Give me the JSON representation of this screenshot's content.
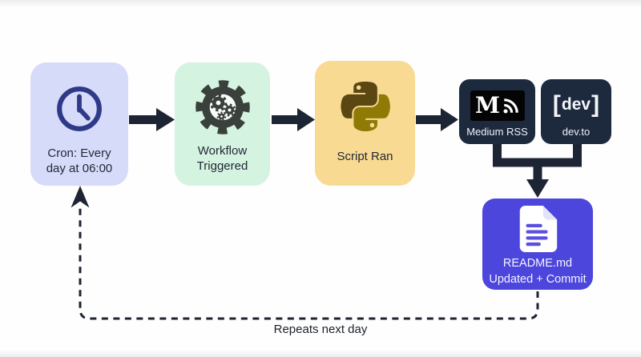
{
  "diagram": {
    "nodes": {
      "cron": {
        "line1": "Cron: Every",
        "line2": "day at 06:00",
        "bg": "#d7dbfa",
        "icon": "clock-icon"
      },
      "workflow": {
        "line1": "Workflow",
        "line2": "Triggered",
        "bg": "#d4f3e0",
        "icon": "gears-icon"
      },
      "script": {
        "line1": "Script Ran",
        "bg": "#f8da92",
        "icon": "python-icon"
      },
      "medium": {
        "label": "Medium RSS",
        "logo_letter": "M",
        "bg": "#1d2a3e",
        "icon": "medium-rss-logo"
      },
      "devto": {
        "label": "dev.to",
        "bracket_left": "[",
        "word": "dev",
        "bracket_right": "]",
        "bg": "#1d2a3e",
        "icon": "dev-logo"
      },
      "readme": {
        "line1": "README.md",
        "line2": "Updated + Commit",
        "bg": "#4c46dd",
        "icon": "document-icon"
      }
    },
    "loop_label": "Repeats next day",
    "colors": {
      "arrow": "#1d2534",
      "clock_icon": "#2e3a87",
      "gear_icon": "#3a403b",
      "python_dark": "#5b4712",
      "python_olive": "#8f7a06",
      "navy_node": "#1d2a3e",
      "indigo_node": "#4c46dd",
      "lavender_node": "#d7dbfa",
      "mint_node": "#d4f3e0",
      "yellow_node": "#f8da92"
    }
  }
}
